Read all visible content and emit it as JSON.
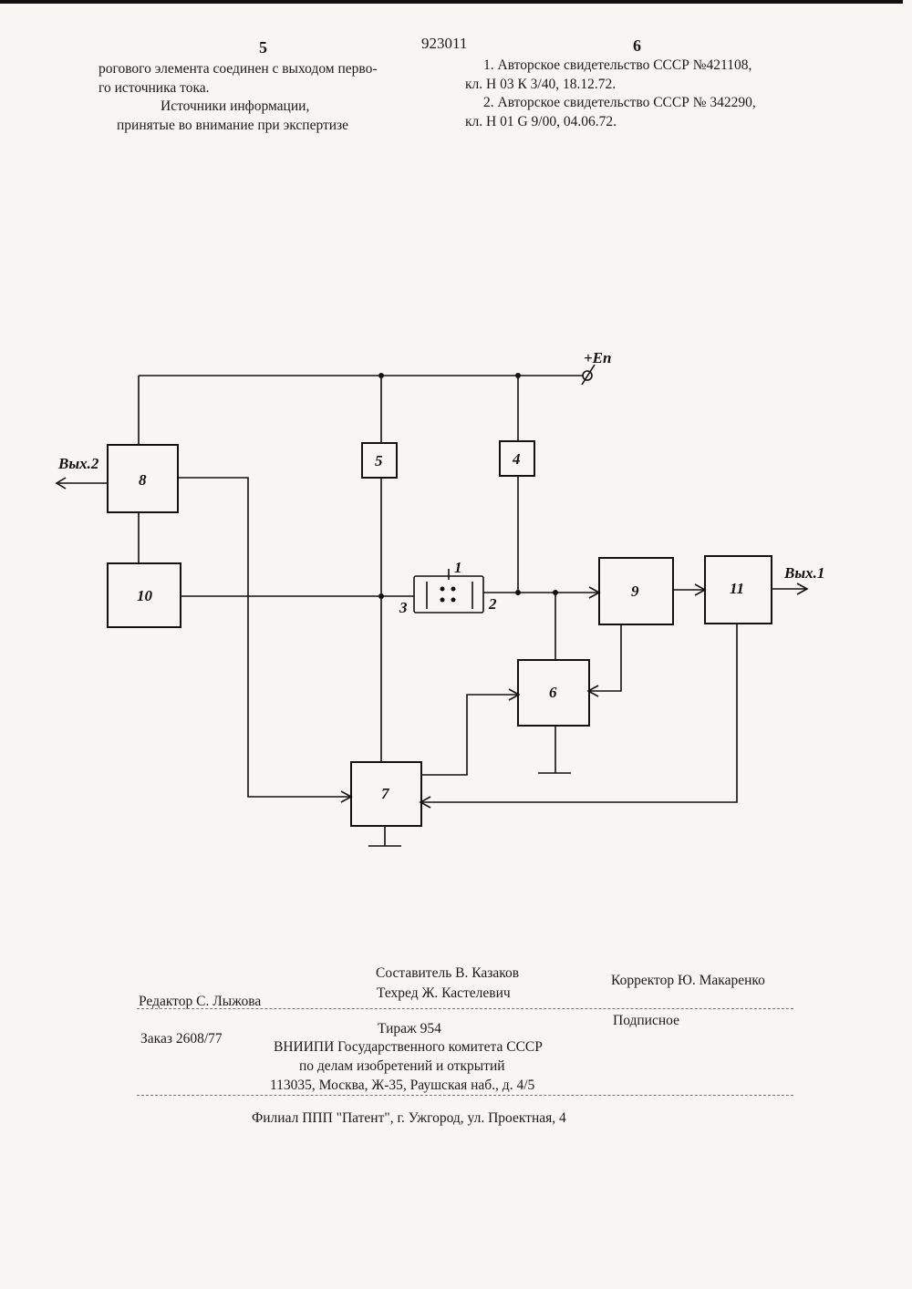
{
  "header": {
    "col_left_number": "5",
    "patent_number": "923011",
    "col_right_number": "6"
  },
  "left_column": {
    "line1": "рогового элемента соединен с выходом перво-",
    "line2": "го источника тока.",
    "sources_title1": "Источники информации,",
    "sources_title2": "принятые во внимание при экспертизе"
  },
  "right_column": {
    "ref1_line1": "1. Авторское свидетельство СССР №421108,",
    "ref1_line2": "кл. Н 03 К 3/40, 18.12.72.",
    "ref2_line1": "2. Авторское свидетельство СССР № 342290,",
    "ref2_line2": "кл. Н 01 G 9/00, 04.06.72."
  },
  "diagram": {
    "supply_label": "+Eп",
    "out1_label": "Вых.1",
    "out2_label": "Вых.2",
    "blocks": [
      "4",
      "5",
      "6",
      "7",
      "8",
      "9",
      "10",
      "11"
    ],
    "element_labels": {
      "top": "1",
      "right": "2",
      "left": "3"
    }
  },
  "footer": {
    "compiler": "Составитель В. Казаков",
    "editor": "Редактор С. Лыжова",
    "techred": "Техред Ж. Кастелевич",
    "corrector": "Корректор Ю. Макаренко",
    "order": "Заказ 2608/77",
    "circulation": "Тираж 954",
    "subscription": "Подписное",
    "org1": "ВНИИПИ Государственного комитета СССР",
    "org2": "по делам изобретений и открытий",
    "address": "113035, Москва, Ж-35, Раушская наб., д. 4/5",
    "branch": "Филиал ППП \"Патент\", г. Ужгород, ул. Проектная, 4"
  }
}
